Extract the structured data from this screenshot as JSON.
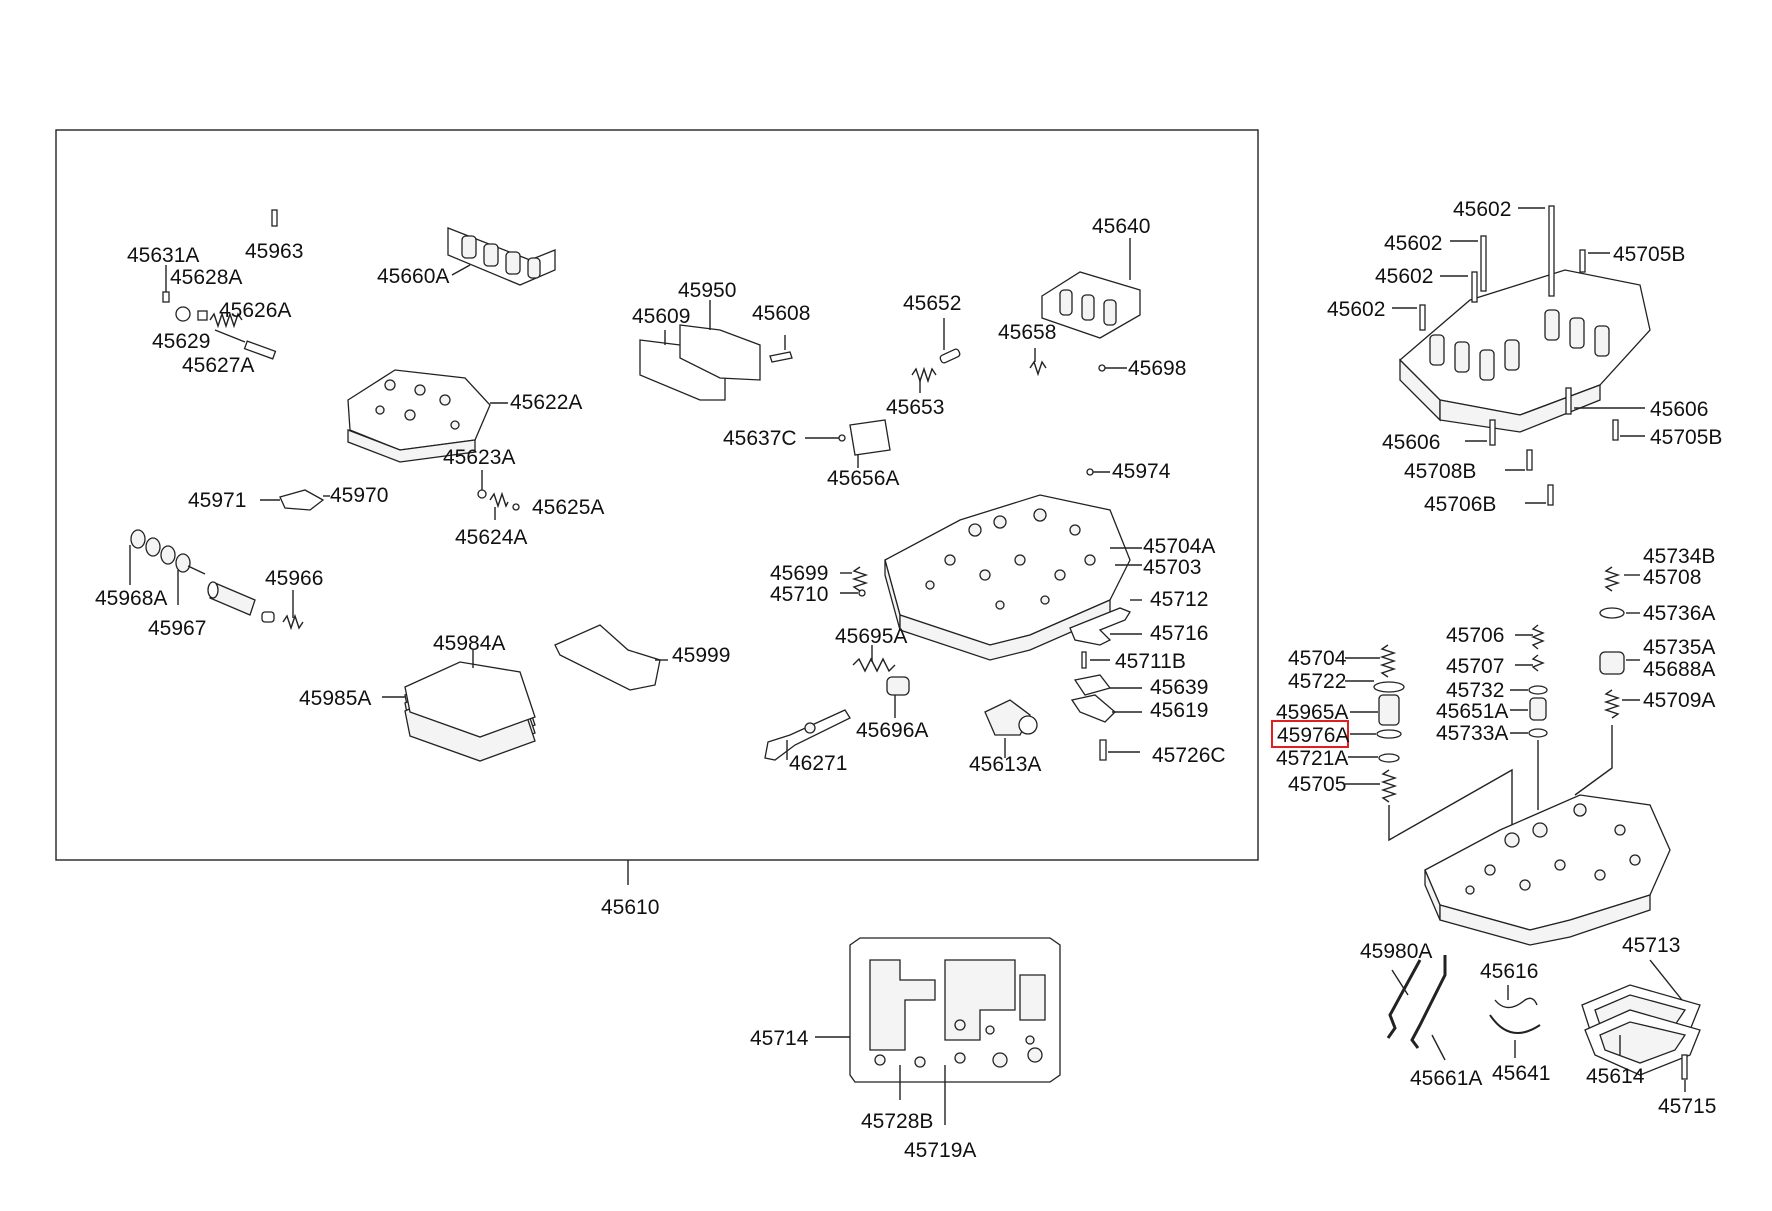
{
  "diagram": {
    "main_group_label": "45610",
    "highlighted_part": "45976A",
    "labels": [
      {
        "id": "l45631A",
        "text": "45631A"
      },
      {
        "id": "l45628A",
        "text": "45628A"
      },
      {
        "id": "l45963",
        "text": "45963"
      },
      {
        "id": "l45626A",
        "text": "45626A"
      },
      {
        "id": "l45629",
        "text": "45629"
      },
      {
        "id": "l45627A",
        "text": "45627A"
      },
      {
        "id": "l45660A",
        "text": "45660A"
      },
      {
        "id": "l45622A",
        "text": "45622A"
      },
      {
        "id": "l45623A",
        "text": "45623A"
      },
      {
        "id": "l45971",
        "text": "45971"
      },
      {
        "id": "l45970",
        "text": "45970"
      },
      {
        "id": "l45625A",
        "text": "45625A"
      },
      {
        "id": "l45624A",
        "text": "45624A"
      },
      {
        "id": "l45968A",
        "text": "45968A"
      },
      {
        "id": "l45967",
        "text": "45967"
      },
      {
        "id": "l45966",
        "text": "45966"
      },
      {
        "id": "l45984A",
        "text": "45984A"
      },
      {
        "id": "l45985A",
        "text": "45985A"
      },
      {
        "id": "l45999",
        "text": "45999"
      },
      {
        "id": "l45950",
        "text": "45950"
      },
      {
        "id": "l45609",
        "text": "45609"
      },
      {
        "id": "l45608",
        "text": "45608"
      },
      {
        "id": "l45652",
        "text": "45652"
      },
      {
        "id": "l45653",
        "text": "45653"
      },
      {
        "id": "l45637C",
        "text": "45637C"
      },
      {
        "id": "l45656A",
        "text": "45656A"
      },
      {
        "id": "l45640",
        "text": "45640"
      },
      {
        "id": "l45658",
        "text": "45658"
      },
      {
        "id": "l45698",
        "text": "45698"
      },
      {
        "id": "l45974",
        "text": "45974"
      },
      {
        "id": "l45704A",
        "text": "45704A"
      },
      {
        "id": "l45703",
        "text": "45703"
      },
      {
        "id": "l45699",
        "text": "45699"
      },
      {
        "id": "l45710",
        "text": "45710"
      },
      {
        "id": "l45712",
        "text": "45712"
      },
      {
        "id": "l45716",
        "text": "45716"
      },
      {
        "id": "l45711B",
        "text": "45711B"
      },
      {
        "id": "l45639",
        "text": "45639"
      },
      {
        "id": "l45619",
        "text": "45619"
      },
      {
        "id": "l45695A",
        "text": "45695A"
      },
      {
        "id": "l45696A",
        "text": "45696A"
      },
      {
        "id": "l46271",
        "text": "46271"
      },
      {
        "id": "l45613A",
        "text": "45613A"
      },
      {
        "id": "l45726C",
        "text": "45726C"
      },
      {
        "id": "l45610",
        "text": "45610"
      },
      {
        "id": "l45602a",
        "text": "45602"
      },
      {
        "id": "l45602b",
        "text": "45602"
      },
      {
        "id": "l45602c",
        "text": "45602"
      },
      {
        "id": "l45602d",
        "text": "45602"
      },
      {
        "id": "l45705Ba",
        "text": "45705B"
      },
      {
        "id": "l45606a",
        "text": "45606"
      },
      {
        "id": "l45606b",
        "text": "45606"
      },
      {
        "id": "l45705Bb",
        "text": "45705B"
      },
      {
        "id": "l45708B",
        "text": "45708B"
      },
      {
        "id": "l45706B",
        "text": "45706B"
      },
      {
        "id": "l45734B",
        "text": "45734B"
      },
      {
        "id": "l45708",
        "text": "45708"
      },
      {
        "id": "l45736A",
        "text": "45736A"
      },
      {
        "id": "l45706",
        "text": "45706"
      },
      {
        "id": "l45707",
        "text": "45707"
      },
      {
        "id": "l45732",
        "text": "45732"
      },
      {
        "id": "l45651A",
        "text": "45651A"
      },
      {
        "id": "l45733A",
        "text": "45733A"
      },
      {
        "id": "l45735A",
        "text": "45735A"
      },
      {
        "id": "l45688A",
        "text": "45688A"
      },
      {
        "id": "l45709A",
        "text": "45709A"
      },
      {
        "id": "l45704",
        "text": "45704"
      },
      {
        "id": "l45722",
        "text": "45722"
      },
      {
        "id": "l45965A",
        "text": "45965A"
      },
      {
        "id": "l45976A",
        "text": "45976A"
      },
      {
        "id": "l45721A",
        "text": "45721A"
      },
      {
        "id": "l45705",
        "text": "45705"
      },
      {
        "id": "l45980A",
        "text": "45980A"
      },
      {
        "id": "l45616",
        "text": "45616"
      },
      {
        "id": "l45713",
        "text": "45713"
      },
      {
        "id": "l45661A",
        "text": "45661A"
      },
      {
        "id": "l45641",
        "text": "45641"
      },
      {
        "id": "l45614",
        "text": "45614"
      },
      {
        "id": "l45715",
        "text": "45715"
      },
      {
        "id": "l45714",
        "text": "45714"
      },
      {
        "id": "l45728B",
        "text": "45728B"
      },
      {
        "id": "l45719A",
        "text": "45719A"
      }
    ]
  }
}
